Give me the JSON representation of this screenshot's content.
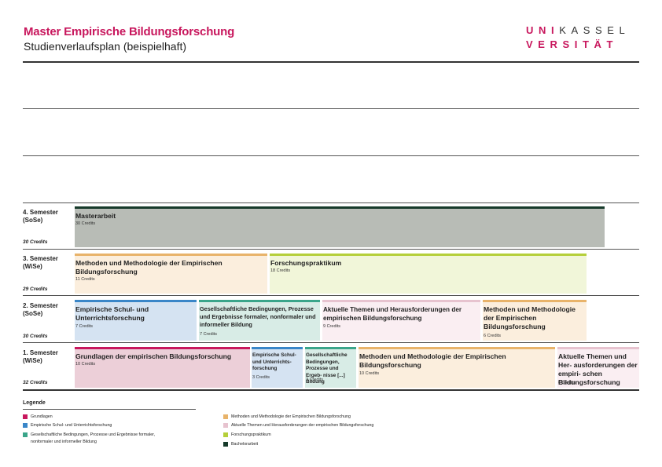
{
  "header": {
    "title": "Master Empirische Bildungsforschung",
    "subtitle": "Studienverlaufsplan (beispielhaft)",
    "logo_row1_a": "UNI",
    "logo_row1_b": "KASSEL",
    "logo_row2": "VERSITÄT"
  },
  "colors": {
    "brand": "#c8175d",
    "grundlagen": "#c8175d",
    "schul": "#3a86c8",
    "gesellschaft": "#3aa58a",
    "methoden": "#e8b36a",
    "aktuelle": "#e7c3cf",
    "forschung": "#b5cf3a",
    "bachelor": "#163a2a",
    "masterarbeit_bg": "#b8bcb6"
  },
  "semesters": [
    {
      "label": "4. Semester",
      "term": "(SoSe)",
      "credits": "30 Credits"
    },
    {
      "label": "3. Semester",
      "term": "(WiSe)",
      "credits": "29 Credits"
    },
    {
      "label": "2. Semester",
      "term": "(SoSe)",
      "credits": "30 Credits"
    },
    {
      "label": "1. Semester",
      "term": "(WiSe)",
      "credits": "32 Credits"
    }
  ],
  "modules": {
    "s4_masterarbeit": {
      "name": "Masterarbeit",
      "credits": "30 Credits"
    },
    "s3_methoden": {
      "name": "Methoden und Methodologie der Empirischen Bildungsforschung",
      "credits": "11 Credits"
    },
    "s3_forschung": {
      "name": "Forschungspraktikum",
      "credits": "18 Credits"
    },
    "s2_schul": {
      "name": "Empirische Schul- und Unterrichtsforschung",
      "credits": "7 Credits"
    },
    "s2_gesellschaft": {
      "name": "Gesellschaftliche Bedingungen, Prozesse und Ergebnisse formaler, nonformaler und informeller Bildung",
      "credits": "7 Credits"
    },
    "s2_aktuelle": {
      "name": "Aktuelle Themen und Herausforderungen der empirischen Bildungsforschung",
      "credits": "9 Credits"
    },
    "s2_methoden": {
      "name": "Methoden und Methodologie der Empirischen Bildungsforschung",
      "credits": "6 Credits"
    },
    "s1_grundlagen": {
      "name": "Grundlagen der empirischen Bildungsforschung",
      "credits": "10 Credits"
    },
    "s1_schul": {
      "name": "Empirische Schul- und Unterrichts- forschung",
      "credits": "3 Credits"
    },
    "s1_gesellschaft": {
      "name": "Gesellschaftliche Bedingungen, Prozesse und Ergeb- nisse [...] Bildung",
      "credits": "3 Credits"
    },
    "s1_methoden": {
      "name": "Methoden und Methodologie der Empirischen Bildungsforschung",
      "credits": "10 Credits"
    },
    "s1_aktuelle": {
      "name": "Aktuelle Themen und Her- ausforderungen der empiri- schen Bildungsforschung",
      "credits": "6 Credits"
    }
  },
  "legend": {
    "title": "Legende",
    "items": [
      {
        "label": "Grundlagen"
      },
      {
        "label": "Empirische Schul- und Unterrichtsforschung"
      },
      {
        "label": "Gesellschaftliche Bedingungen, Prozesse und Ergebnisse formaler,"
      },
      {
        "label": "nonformaler und informeller Bildung"
      },
      {
        "label": "Methoden und Methodologie der Empirischen Bildungsforschung"
      },
      {
        "label": "Aktuelle Themen und Herausforderungen der empirischen Bildungsforschung"
      },
      {
        "label": "Forschungspraktikum"
      },
      {
        "label": "Bachelorarbeit"
      }
    ]
  }
}
